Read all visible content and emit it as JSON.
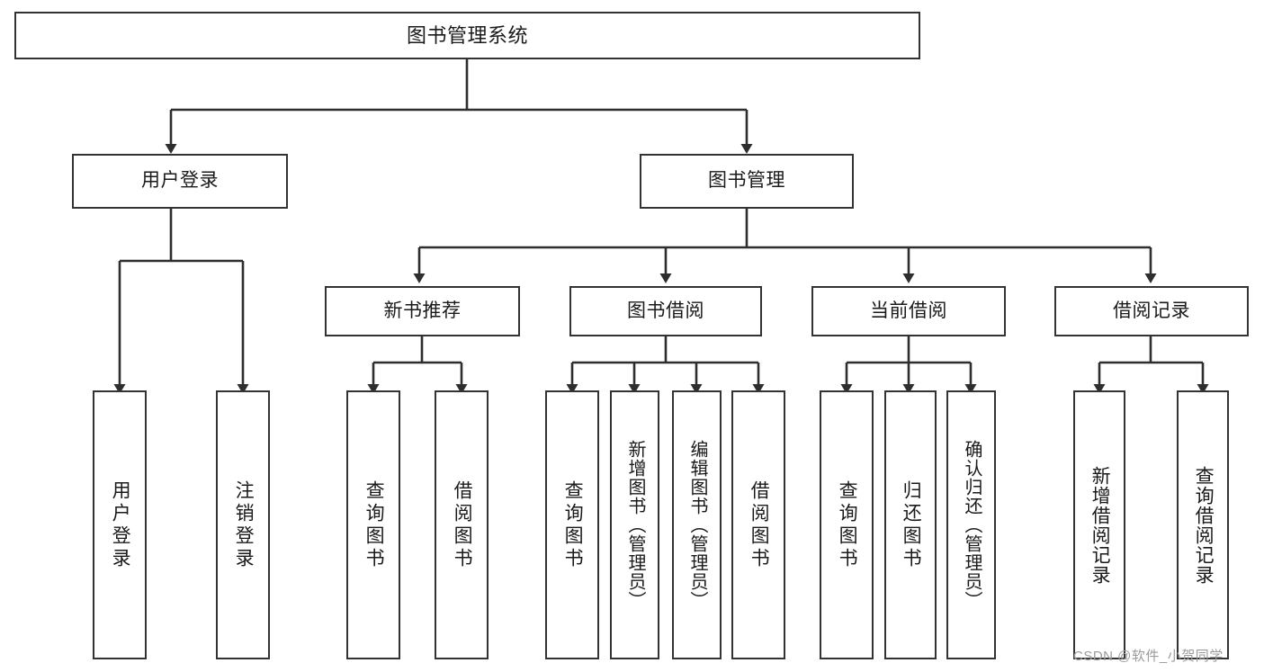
{
  "diagram": {
    "title": "图书管理系统",
    "watermark": "CSDN @软件_小贺同学",
    "colors": {
      "stroke": "#333333",
      "background": "#ffffff",
      "text": "#1a1a1a",
      "watermark": "#9b9b9b"
    },
    "levels": {
      "root": {
        "label": "图书管理系统"
      },
      "level2": [
        {
          "label": "用户登录"
        },
        {
          "label": "图书管理"
        }
      ],
      "level3": [
        {
          "label": "新书推荐"
        },
        {
          "label": "图书借阅"
        },
        {
          "label": "当前借阅"
        },
        {
          "label": "借阅记录"
        }
      ],
      "leaves": {
        "user_login": [
          {
            "label": "用户登录"
          },
          {
            "label": "注销登录"
          }
        ],
        "new_book_recommend": [
          {
            "label": "查询图书"
          },
          {
            "label": "借阅图书"
          }
        ],
        "book_borrow": [
          {
            "label": "查询图书"
          },
          {
            "label": "新增图书（管理员）"
          },
          {
            "label": "编辑图书（管理员）"
          },
          {
            "label": "借阅图书"
          }
        ],
        "current_borrow": [
          {
            "label": "查询图书"
          },
          {
            "label": "归还图书"
          },
          {
            "label": "确认归还（管理员）"
          }
        ],
        "borrow_record": [
          {
            "label": "新增借阅记录"
          },
          {
            "label": "查询借阅记录"
          }
        ]
      }
    }
  }
}
